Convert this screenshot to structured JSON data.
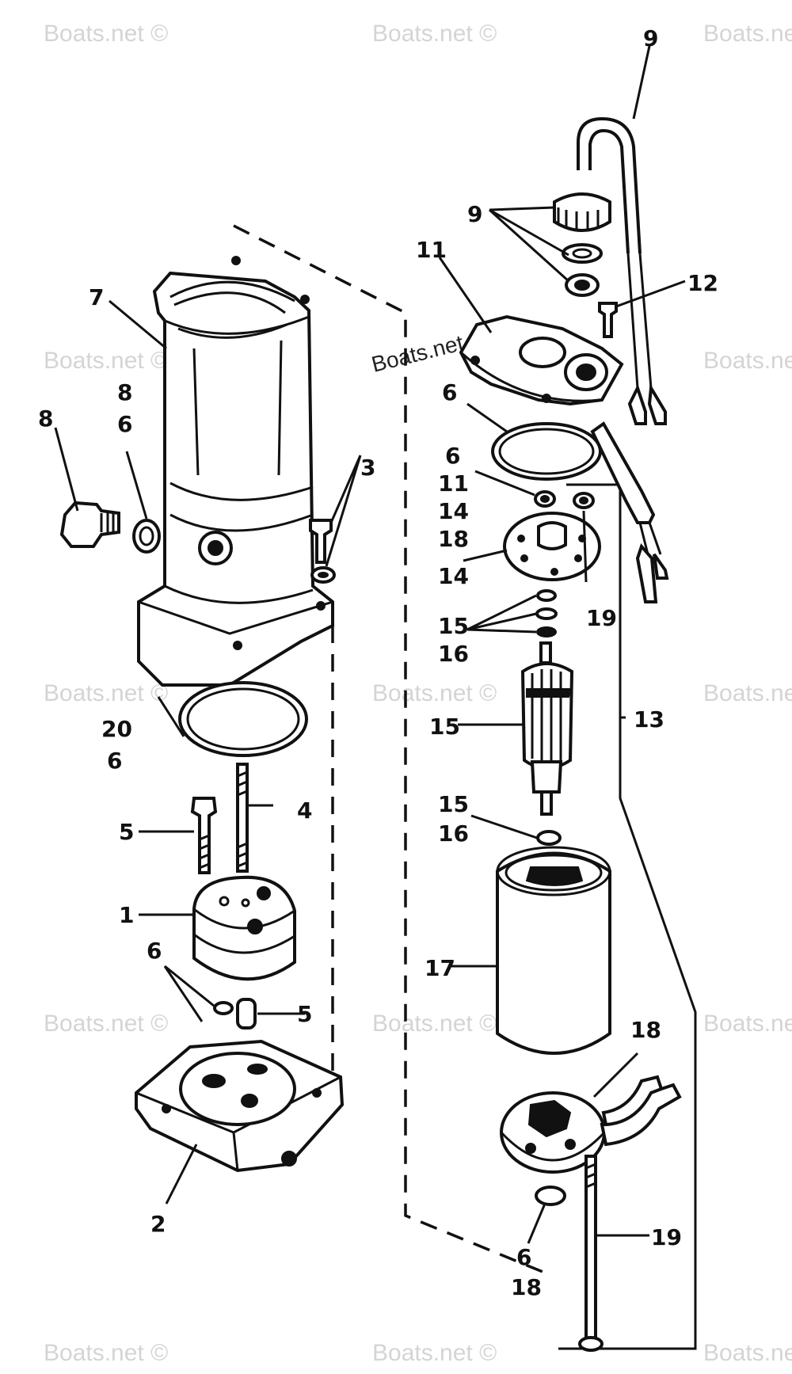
{
  "watermark": {
    "text": "Boats.net ©"
  },
  "callouts": {
    "c1": "1",
    "c2": "2",
    "c3": "3",
    "c4": "4",
    "c5a": "5",
    "c5b": "5",
    "c6a": "6",
    "c6b": "6",
    "c6c": "6",
    "c6d": "6",
    "c6e": "6",
    "c6f": "6",
    "c7": "7",
    "c8a": "8",
    "c8b": "8",
    "c9a": "9",
    "c9b": "9",
    "c11a": "11",
    "c11b": "11",
    "c12": "12",
    "c13": "13",
    "c14a": "14",
    "c14b": "14",
    "c15a": "15",
    "c15b": "15",
    "c15c": "15",
    "c16a": "16",
    "c16b": "16",
    "c17": "17",
    "c18a": "18",
    "c18b": "18",
    "c18c": "18",
    "c19a": "19",
    "c19b": "19",
    "c20": "20"
  }
}
